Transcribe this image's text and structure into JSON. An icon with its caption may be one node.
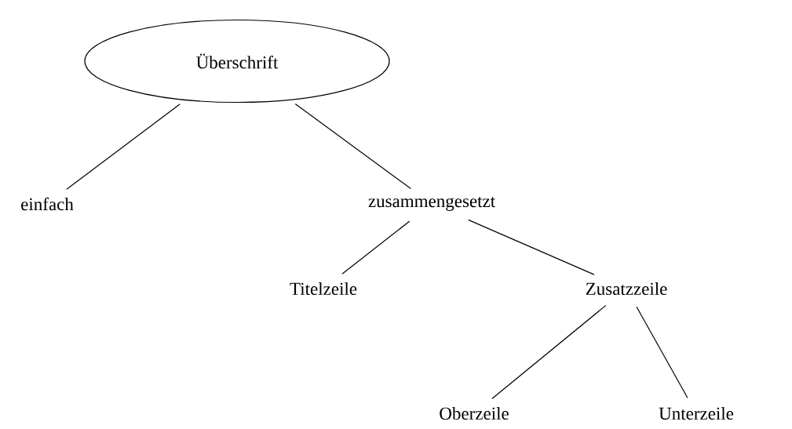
{
  "diagram": {
    "nodes": [
      {
        "text": [
          "Überschrift"
        ]
      },
      {
        "text": [
          "einfach"
        ]
      },
      {
        "text": [
          "zusammengesetzt"
        ]
      },
      {
        "text": [
          "Titelzeile"
        ]
      },
      {
        "text": [
          "Zusatzzeile"
        ]
      },
      {
        "text": [
          "Oberzeile"
        ]
      },
      {
        "text": [
          "Unterzeile"
        ]
      }
    ],
    "edges": [
      {
        "from": 0,
        "to": 1,
        "arrow": "none"
      },
      {
        "from": 0,
        "to": 2,
        "arrow": "none"
      },
      {
        "from": 2,
        "to": 3,
        "arrow": "none"
      },
      {
        "from": 2,
        "to": 4,
        "arrow": "none"
      },
      {
        "from": 4,
        "to": 5,
        "arrow": "none"
      },
      {
        "from": 4,
        "to": 6,
        "arrow": "none"
      }
    ]
  }
}
